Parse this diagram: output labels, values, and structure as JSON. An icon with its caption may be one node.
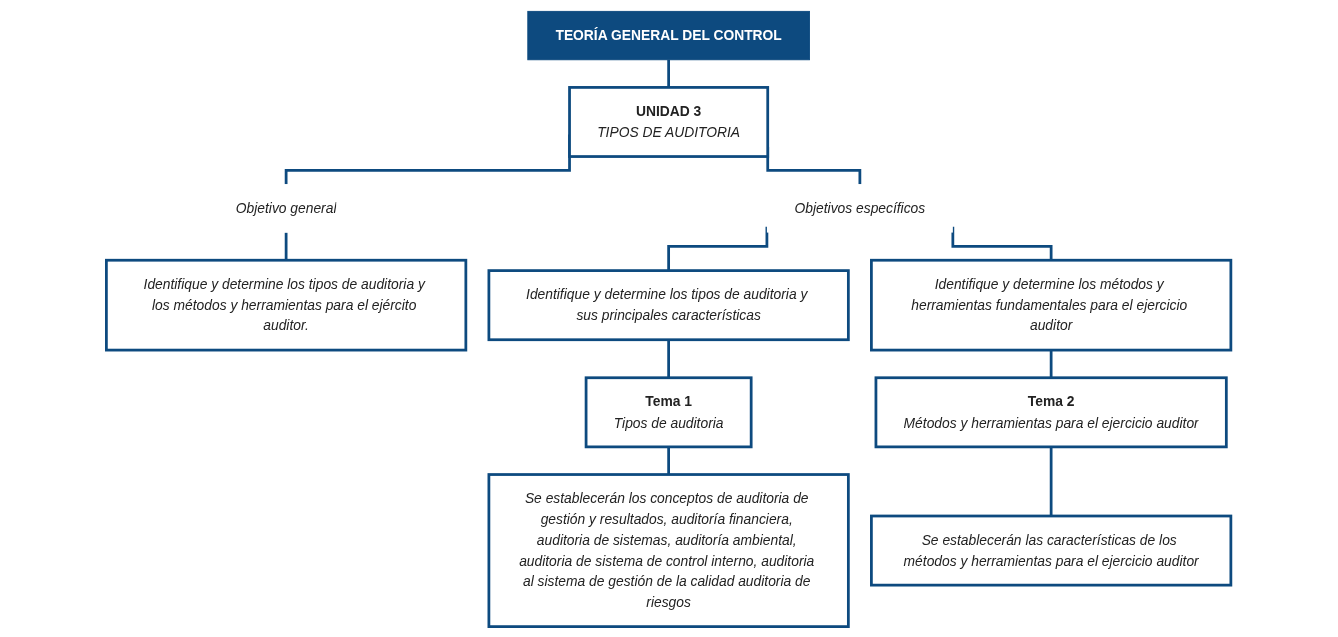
{
  "diagram": {
    "nodes": [
      {
        "text": [
          "TEORÍA GENERAL DEL CONTROL"
        ]
      },
      {
        "text": [
          "UNIDAD 3",
          "TIPOS DE AUDITORIA"
        ]
      },
      {
        "text": [
          "Objetivo general"
        ]
      },
      {
        "text": [
          "Objetivos específicos"
        ]
      },
      {
        "text": [
          "Identifique y determine los tipos de auditoria y los métodos y herramientas para el ejército auditor."
        ]
      },
      {
        "text": [
          "Identifique y determine los tipos de auditoria y sus principales características"
        ]
      },
      {
        "text": [
          "Identifique y determine los métodos y herramientas fundamentales para el ejercicio auditor"
        ]
      },
      {
        "text": [
          "Tema 1",
          "Tipos de auditoria"
        ]
      },
      {
        "text": [
          "Tema 2",
          "Métodos y herramientas para el ejercicio auditor"
        ]
      },
      {
        "text": [
          "Se establecerán los conceptos de auditoria de gestión y resultados, auditoría financiera, auditoria de sistemas, auditoría ambiental, auditoria de sistema de control interno, auditoria al sistema de gestión de la calidad auditoria de riesgos"
        ]
      },
      {
        "text": [
          "Se establecerán las características de los métodos y herramientas para el ejercicio auditor"
        ]
      }
    ],
    "edges": [
      {
        "from": 0,
        "to": 1,
        "arrow": "none"
      },
      {
        "from": 1,
        "to": 2,
        "arrow": "none"
      },
      {
        "from": 1,
        "to": 3,
        "arrow": "none"
      },
      {
        "from": 2,
        "to": 4,
        "arrow": "none"
      },
      {
        "from": 3,
        "to": 5,
        "arrow": "none"
      },
      {
        "from": 3,
        "to": 6,
        "arrow": "none"
      },
      {
        "from": 5,
        "to": 7,
        "arrow": "none"
      },
      {
        "from": 6,
        "to": 8,
        "arrow": "none"
      },
      {
        "from": 7,
        "to": 9,
        "arrow": "none"
      },
      {
        "from": 8,
        "to": 10,
        "arrow": "none"
      }
    ]
  }
}
